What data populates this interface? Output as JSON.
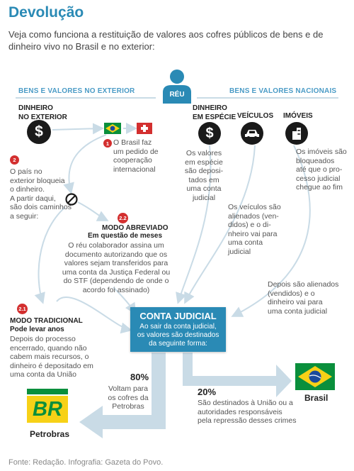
{
  "title": "Devolução",
  "intro": "Veja como funciona a restituição de valores aos cofres públicos de bens e de dinheiro vivo no Brasil e no exterior:",
  "reu_label": "RÉU",
  "header_left": "BENS E VALORES NO EXTERIOR",
  "header_right": "BENS E VALORES NACIONAIS",
  "exterior": {
    "title_line1": "DINHEIRO",
    "title_line2": "NO EXTERIOR",
    "step1_badge": "1",
    "step1_lines": [
      "O Brasil faz",
      "um pedido de",
      "cooperação",
      "internacional"
    ],
    "step2_badge": "2",
    "step2_lines": [
      "O país no",
      "exterior bloqueia",
      "o dinheiro.",
      "A partir daqui,",
      "são dois caminhos",
      "a seguir:"
    ]
  },
  "modo_abreviado": {
    "badge": "2.2",
    "title": "MODO ABREVIADO",
    "subtitle": "Em questão de meses",
    "lines": [
      "O réu colaborador assina um",
      "documento autorizando que os",
      "valores sejam transferidos para",
      "uma conta da Justiça Federal ou",
      "do STF (dependendo de onde o",
      "acordo foi assinado)"
    ]
  },
  "modo_tradicional": {
    "badge": "2.1",
    "title": "MODO TRADICIONAL",
    "subtitle": "Pode levar anos",
    "lines": [
      "Depois do processo",
      "encerrado, quando não",
      "cabem mais recursos, o",
      "dinheiro é depositado em",
      "uma conta da União"
    ]
  },
  "nacionais": {
    "dinheiro_title_line1": "DINHEIRO",
    "dinheiro_title_line2": "EM ESPÉCIE",
    "dinheiro_lines": [
      "Os valores",
      "em espécie",
      "são deposi-",
      "tados em",
      "uma conta",
      "judicial"
    ],
    "veiculos_title": "VEÍCULOS",
    "veiculos_lines": [
      "Os veículos são",
      "alienados (ven-",
      "didos) e o di-",
      "nheiro vai para",
      "uma conta",
      "judicial"
    ],
    "imoveis_title": "IMÓVEIS",
    "imoveis_lines": [
      "Os imóveis são",
      "bloqueados",
      "até que o pro-",
      "cesso judicial",
      "chegue ao fim"
    ],
    "imoveis_after_lines": [
      "Depois são alienados",
      "(vendidos) e o",
      "dinheiro vai para",
      "uma conta judicial"
    ]
  },
  "conta_judicial": {
    "title": "CONTA JUDICIAL",
    "lines": [
      "Ao sair da conta judicial,",
      "os valores são destinados",
      "da seguinte forma:"
    ]
  },
  "petrobras": {
    "percent": "80%",
    "lines": [
      "Voltam para",
      "os cofres da",
      "Petrobras"
    ],
    "logo_text": "BR",
    "name": "Petrobras"
  },
  "brasil": {
    "percent": "20%",
    "lines": [
      "São destinados à União ou a",
      "autoridades responsáveis",
      "pela repressão desses crimes"
    ],
    "name": "Brasil"
  },
  "footer": "Fonte: Redação. Infografia: Gazeta do Povo.",
  "colors": {
    "accent": "#2a8ab5",
    "arrow": "#c9dbe6",
    "badge": "#d32f2f",
    "petrobras_green": "#0a8f3c",
    "petrobras_yellow": "#f7d117"
  }
}
